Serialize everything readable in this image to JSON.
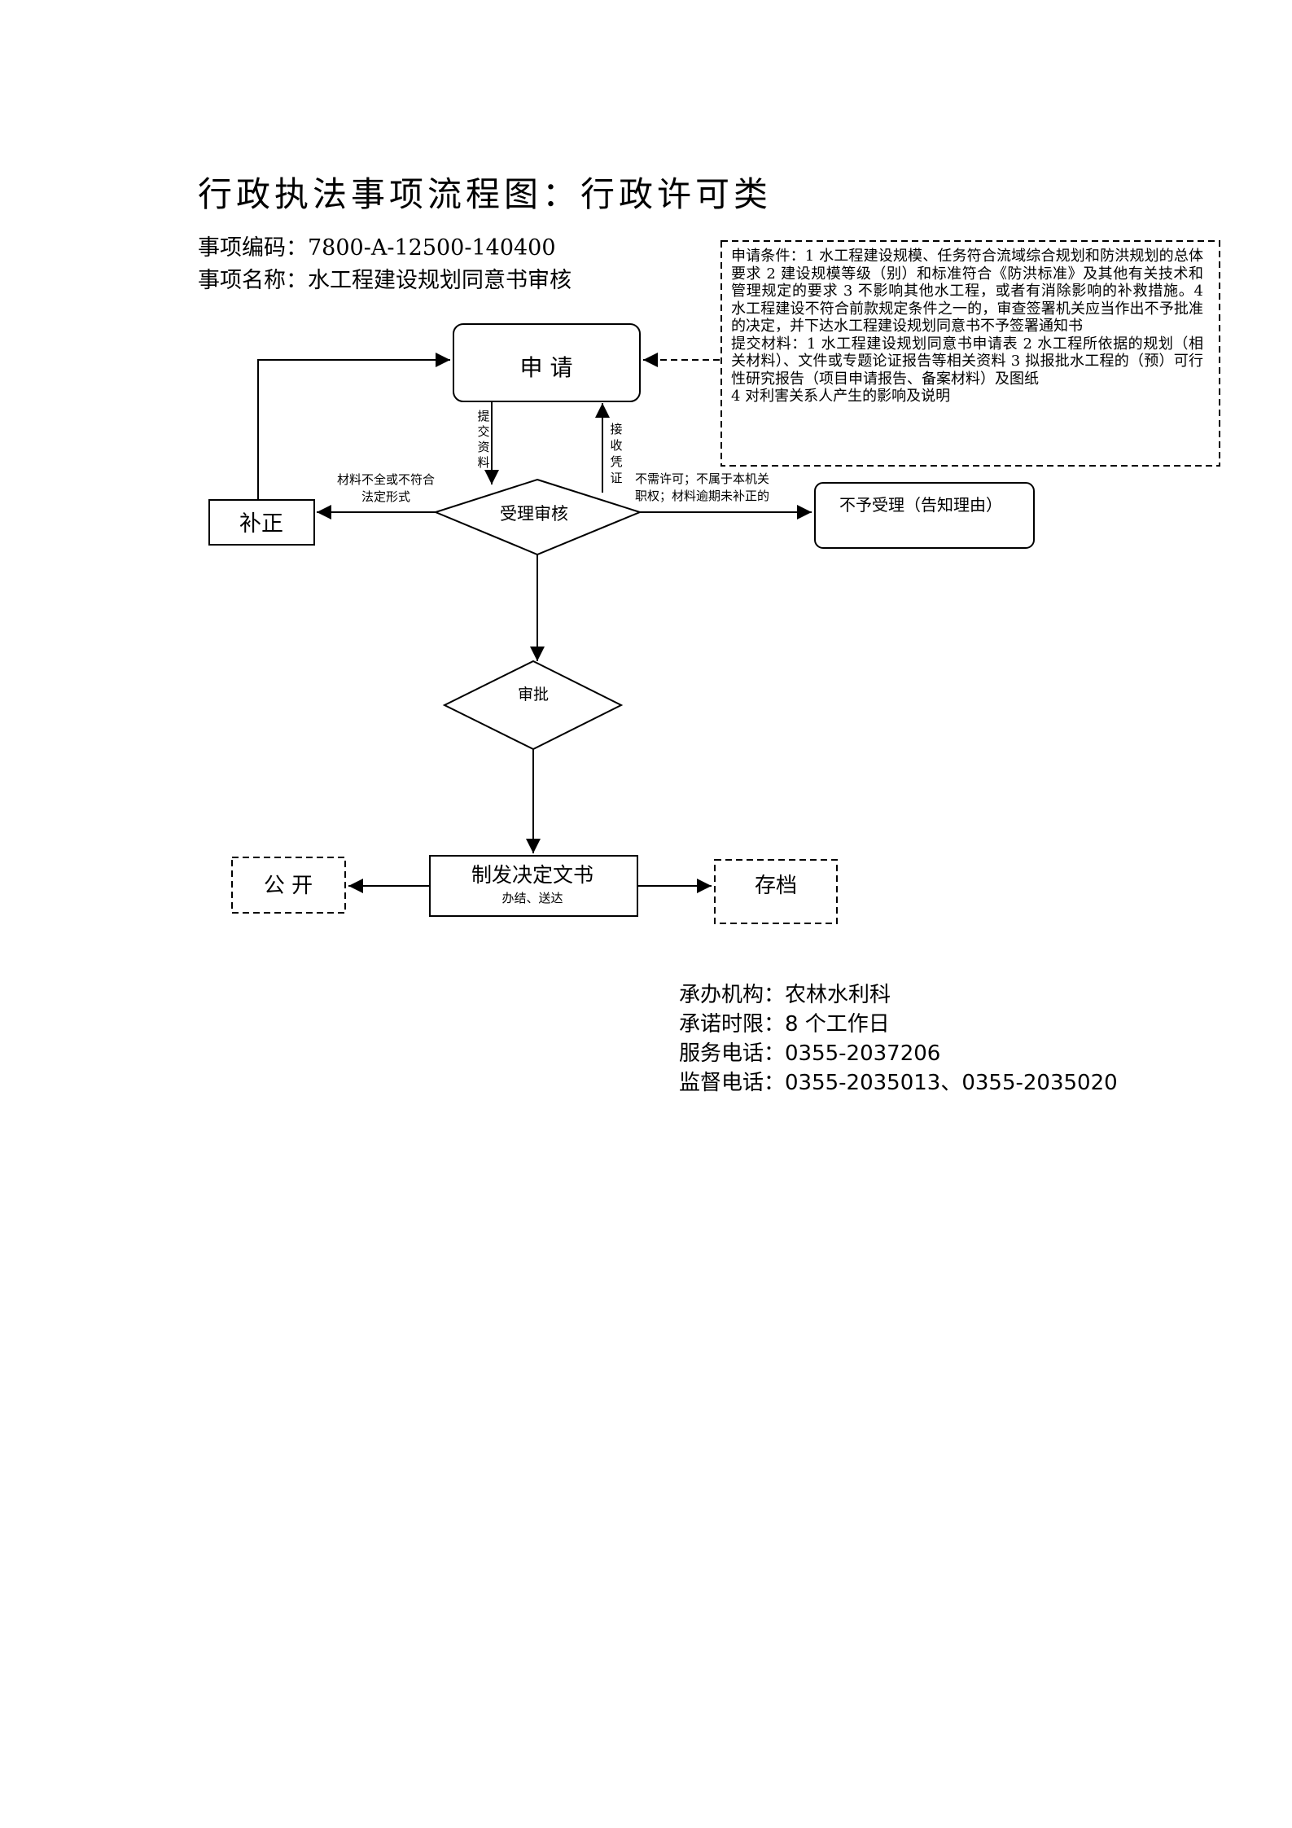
{
  "header": {
    "title": "行政执法事项流程图：行政许可类",
    "code_line": "事项编码：7800-A-12500-140400",
    "name_line": "事项名称：水工程建设规划同意书审核"
  },
  "conditions": {
    "apply_conditions": "申请条件：1 水工程建设规模、任务符合流域综合规划和防洪规划的总体要求 2 建设规模等级（别）和标准符合《防洪标准》及其他有关技术和管理规定的要求 3 不影响其他水工程，或者有消除影响的补救措施。4 水工程建设不符合前款规定条件之一的，审查签署机关应当作出不予批准的决定，并下达水工程建设规划同意书不予签署通知书",
    "materials": "提交材料：1 水工程建设规划同意书申请表 2 水工程所依据的规划（相关材料）、文件或专题论证报告等相关资料 3 拟报批水工程的（预）可行性研究报告（项目申请报告、备案材料）及图纸",
    "materials_item4": "4 对利害关系人产生的影响及说明"
  },
  "flow": {
    "apply": "申 请",
    "submit_label": [
      "提",
      "交",
      "资",
      "料"
    ],
    "receipt_label": [
      "接",
      "收",
      "凭",
      "证"
    ],
    "review": "受理审核",
    "correct": "补正",
    "incomplete_line1": "材料不全或不符合",
    "incomplete_line2": "法定形式",
    "reject_line1": "不需许可；不属于本机关",
    "reject_line2": "职权；材料逾期未补正的",
    "reject": "不予受理（告知理由）",
    "approve": "审批",
    "decision": "制发决定文书",
    "decision_sub": "办结、送达",
    "publish": "公 开",
    "archive": "存档"
  },
  "footer": {
    "agency": "承办机构：农林水利科",
    "deadline": "承诺时限：8 个工作日",
    "service_phone": "服务电话：0355-2037206",
    "supervise_phone": "监督电话：0355-2035013、0355-2035020"
  }
}
